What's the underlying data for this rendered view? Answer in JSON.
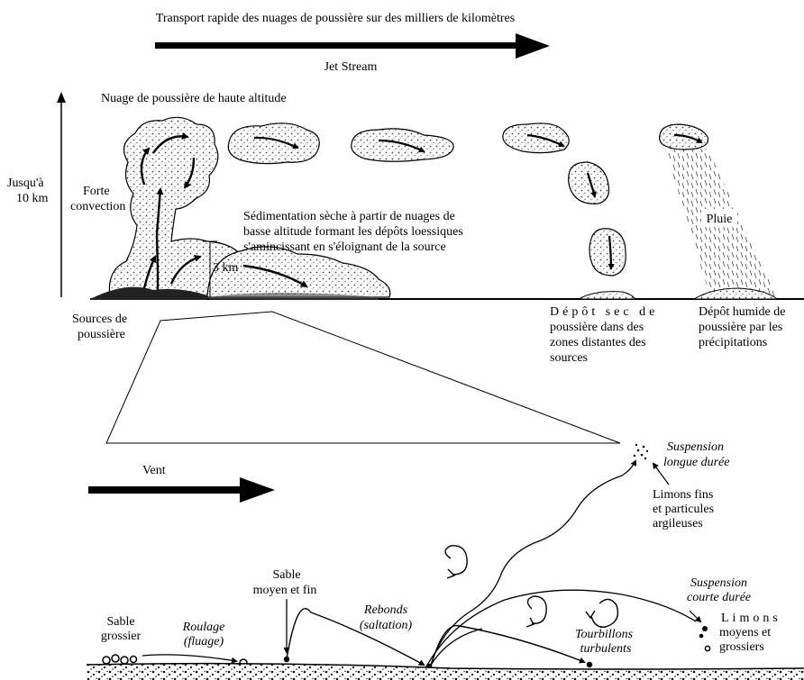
{
  "top": {
    "transport_label": "Transport rapide des nuages de poussière sur des milliers de kilomètres",
    "jet_stream_label": "Jet Stream",
    "high_cloud_label": "Nuage de poussière de haute altitude",
    "height_label_line1": "Jusqu'à",
    "height_label_line2": "10 km",
    "convection_line1": "Forte",
    "convection_line2": "convection",
    "sedimentation_line1": "Sédimentation sèche à partir de nuages de",
    "sedimentation_line2": "basse altitude formant les dépôts loessiques",
    "sedimentation_line3": "s'amincissant en s'éloignant de la source",
    "three_km_label": "3 km",
    "sources_line1": "Sources de",
    "sources_line2": "poussière",
    "dry_dep_line1": "Dépôt sec de",
    "dry_dep_line2": "poussière dans des",
    "dry_dep_line3": "zones distantes des",
    "dry_dep_line4": "sources",
    "rain_label": "Pluie",
    "wet_dep_line1": "Dépôt humide de",
    "wet_dep_line2": "poussière par les",
    "wet_dep_line3": "précipitations"
  },
  "bottom": {
    "wind_label": "Vent",
    "long_susp_line1": "Suspension",
    "long_susp_line2": "longue durée",
    "fine_silt_line1": "Limons fins",
    "fine_silt_line2": "et particules",
    "fine_silt_line3": "argileuses",
    "sand_mid_line1": "Sable",
    "sand_mid_line2": "moyen et fin",
    "short_susp_line1": "Suspension",
    "short_susp_line2": "courte durée",
    "coarse_silt_line1": "Limons",
    "coarse_silt_line2": "moyens et",
    "coarse_silt_line3": "grossiers",
    "coarse_sand_line1": "Sable",
    "coarse_sand_line2": "grossier",
    "rolling_line1": "Roulage",
    "rolling_line2": "(fluage)",
    "bounce_line1": "Rebonds",
    "bounce_line2": "(saltation)",
    "eddies_line1": "Tourbillons",
    "eddies_line2": "turbulents"
  }
}
